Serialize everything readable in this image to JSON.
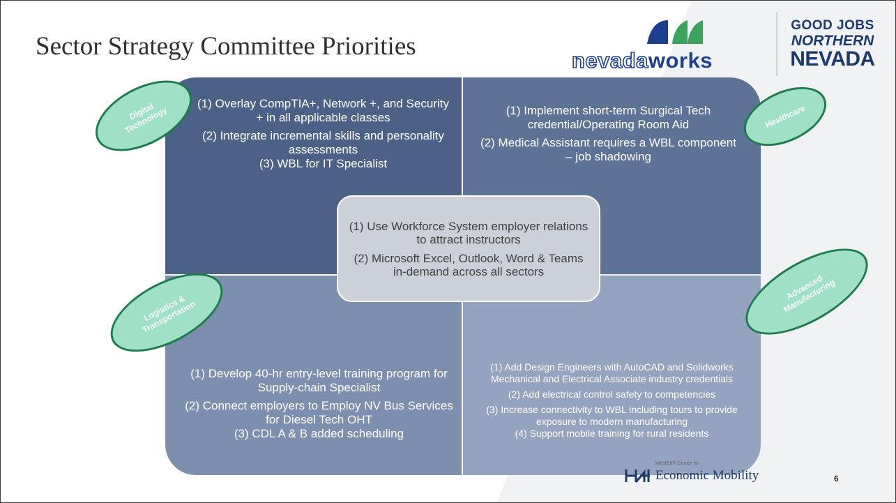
{
  "slide": {
    "title": "Sector Strategy Committee Priorities",
    "page_number": "6"
  },
  "logos": {
    "nevadaworks": {
      "light": "nevada",
      "bold": "works"
    },
    "good_jobs": {
      "line1": "GOOD JOBS",
      "line2": "NORTHERN",
      "line3": "NEVADA"
    },
    "economic_mobility": {
      "small": "WestEd® Center for",
      "main": "Economic Mobility"
    }
  },
  "sectors": {
    "digital": {
      "label": [
        "Digital",
        "Technology"
      ],
      "items": [
        "(1) Overlay CompTIA+, Network +, and Security + in all applicable classes",
        "(2) Integrate incremental skills and personality assessments",
        "(3) WBL for IT Specialist"
      ]
    },
    "healthcare": {
      "label": [
        "Healthcare"
      ],
      "items": [
        "(1) Implement short-term Surgical Tech credential/Operating Room Aid",
        "(2) Medical Assistant requires a WBL component – job shadowing"
      ]
    },
    "logistics": {
      "label": [
        "Logistics &",
        "Transportation"
      ],
      "items": [
        "(1) Develop 40-hr entry-level training program for Supply-chain Specialist",
        "(2) Connect employers to Employ NV Bus Services for Diesel Tech OHT",
        "(3) CDL A & B added scheduling"
      ]
    },
    "advanced": {
      "label": [
        "Advanced",
        "Manufacturing"
      ],
      "items": [
        "(1) Add Design Engineers with AutoCAD and Solidworks Mechanical and Electrical Associate industry credentials",
        "(2) Add electrical control safety to competencies",
        "(3) Increase connectivity to WBL including tours to provide exposure to modern manufacturing",
        "(4) Support mobile training for rural residents"
      ]
    },
    "cross_sector": {
      "items": [
        "(1) Use Workforce System employer relations to attract instructors",
        "(2) Microsoft Excel, Outlook, Word & Teams in-demand across all sectors"
      ]
    }
  },
  "colors": {
    "quad_top_left": "#4b6186",
    "quad_top_right": "#5d7396",
    "quad_bottom_left": "#7d8faf",
    "quad_bottom_right": "#94a3bf",
    "oval_fill": "#9fe0c6",
    "oval_border": "#1f7a4d",
    "brand_blue": "#1d3f8f"
  }
}
